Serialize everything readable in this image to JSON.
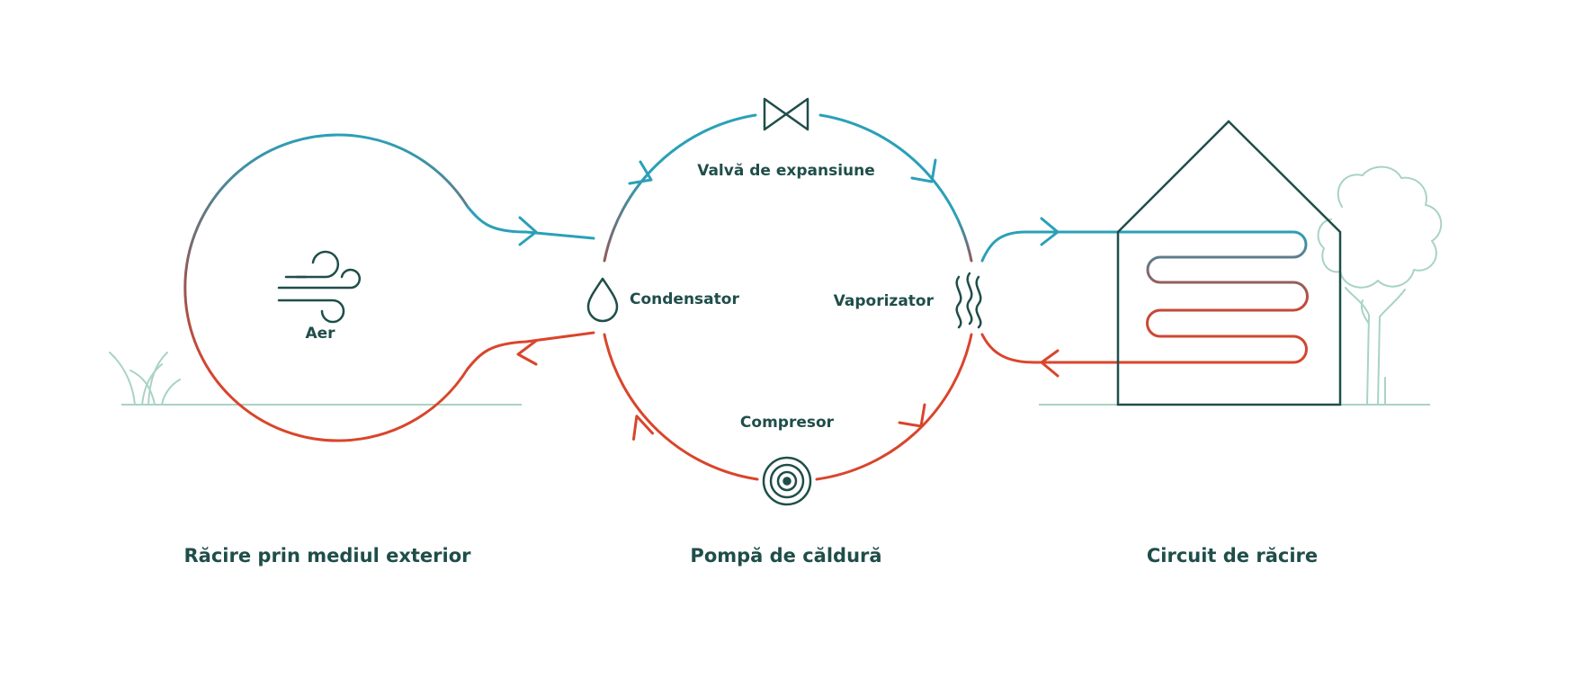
{
  "labels": {
    "air": "Aer",
    "condenser": "Condensator",
    "vaporizer": "Vaporizator",
    "expansion_valve": "Valvă de expansiune",
    "compressor": "Compresor"
  },
  "sections": {
    "outdoor": "Răcire prin mediul exterior",
    "heat_pump": "Pompă de căldură",
    "cooling_circuit": "Circuit de răcire"
  },
  "colors": {
    "cold": "#2aa0b8",
    "hot": "#d9452b",
    "mid": "#8f5a5a",
    "ink": "#1f4e4a",
    "vegetation": "#a9d3c4"
  },
  "icons": [
    "wind-icon",
    "water-drop-icon",
    "heat-waves-icon",
    "valve-icon",
    "compressor-icon",
    "house-icon",
    "tree-icon",
    "grass-icon"
  ]
}
